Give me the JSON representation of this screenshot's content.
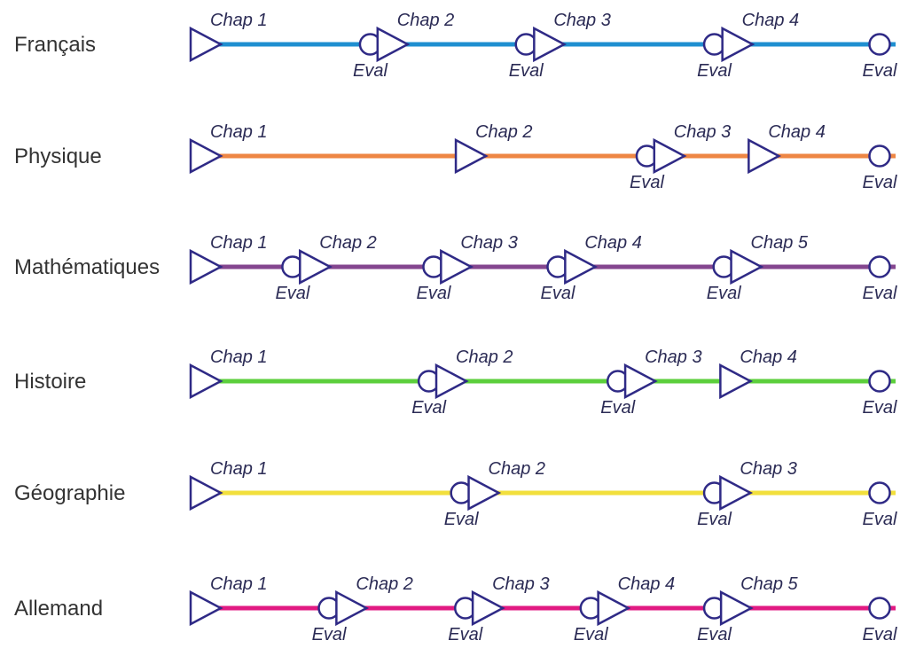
{
  "colors": {
    "marker_stroke": "#2f2a86",
    "label_text": "#2b2b55"
  },
  "rows": [
    {
      "subject": "Français",
      "color": "#1f8fd0",
      "chapters": [
        {
          "label": "Chap 1",
          "pos": 0.0
        },
        {
          "label": "Chap 2",
          "pos": 0.277
        },
        {
          "label": "Chap 3",
          "pos": 0.509
        },
        {
          "label": "Chap 4",
          "pos": 0.788
        }
      ],
      "evals": [
        {
          "label": "Eval",
          "pos": 0.245
        },
        {
          "label": "Eval",
          "pos": 0.476
        },
        {
          "label": "Eval",
          "pos": 0.755
        },
        {
          "label": "Eval",
          "pos": 1.0
        }
      ]
    },
    {
      "subject": "Physique",
      "color": "#ee8644",
      "chapters": [
        {
          "label": "Chap 1",
          "pos": 0.0
        },
        {
          "label": "Chap 2",
          "pos": 0.393
        },
        {
          "label": "Chap 3",
          "pos": 0.687
        },
        {
          "label": "Chap 4",
          "pos": 0.827
        }
      ],
      "evals": [
        {
          "label": "Eval",
          "pos": 0.655
        },
        {
          "label": "Eval",
          "pos": 1.0
        }
      ]
    },
    {
      "subject": "Mathématiques",
      "color": "#84468f",
      "chapters": [
        {
          "label": "Chap 1",
          "pos": 0.0
        },
        {
          "label": "Chap 2",
          "pos": 0.162
        },
        {
          "label": "Chap 3",
          "pos": 0.371
        },
        {
          "label": "Chap 4",
          "pos": 0.555
        },
        {
          "label": "Chap 5",
          "pos": 0.801
        }
      ],
      "evals": [
        {
          "label": "Eval",
          "pos": 0.13
        },
        {
          "label": "Eval",
          "pos": 0.339
        },
        {
          "label": "Eval",
          "pos": 0.523
        },
        {
          "label": "Eval",
          "pos": 0.769
        },
        {
          "label": "Eval",
          "pos": 1.0
        }
      ]
    },
    {
      "subject": "Histoire",
      "color": "#5ccf3c",
      "chapters": [
        {
          "label": "Chap 1",
          "pos": 0.0
        },
        {
          "label": "Chap 2",
          "pos": 0.364
        },
        {
          "label": "Chap 3",
          "pos": 0.644
        },
        {
          "label": "Chap 4",
          "pos": 0.785
        }
      ],
      "evals": [
        {
          "label": "Eval",
          "pos": 0.332
        },
        {
          "label": "Eval",
          "pos": 0.612
        },
        {
          "label": "Eval",
          "pos": 1.0
        }
      ]
    },
    {
      "subject": "Géographie",
      "color": "#f2df3c",
      "chapters": [
        {
          "label": "Chap 1",
          "pos": 0.0
        },
        {
          "label": "Chap 2",
          "pos": 0.412
        },
        {
          "label": "Chap 3",
          "pos": 0.785
        }
      ],
      "evals": [
        {
          "label": "Eval",
          "pos": 0.38
        },
        {
          "label": "Eval",
          "pos": 0.755
        },
        {
          "label": "Eval",
          "pos": 1.0
        }
      ]
    },
    {
      "subject": "Allemand",
      "color": "#e11a82",
      "chapters": [
        {
          "label": "Chap 1",
          "pos": 0.0
        },
        {
          "label": "Chap 2",
          "pos": 0.216
        },
        {
          "label": "Chap 3",
          "pos": 0.418
        },
        {
          "label": "Chap 4",
          "pos": 0.604
        },
        {
          "label": "Chap 5",
          "pos": 0.786
        }
      ],
      "evals": [
        {
          "label": "Eval",
          "pos": 0.184
        },
        {
          "label": "Eval",
          "pos": 0.386
        },
        {
          "label": "Eval",
          "pos": 0.572
        },
        {
          "label": "Eval",
          "pos": 0.755
        },
        {
          "label": "Eval",
          "pos": 1.0
        }
      ]
    }
  ]
}
